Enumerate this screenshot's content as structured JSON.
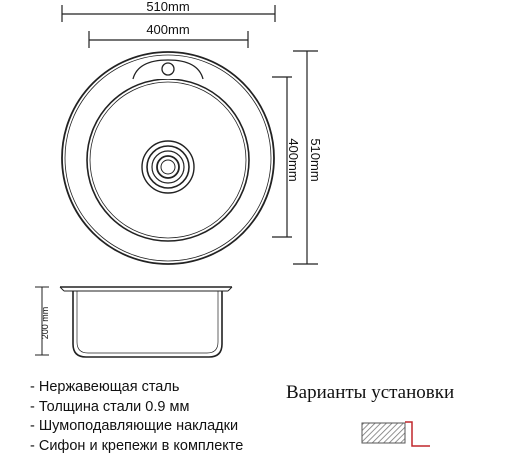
{
  "dimensions": {
    "outer_width": "510mm",
    "inner_width": "400mm",
    "inner_height": "400mm",
    "outer_height": "510mm",
    "depth": "200 mm"
  },
  "features": [
    "- Нержавеющая сталь",
    "- Толщина стали 0.9 мм",
    "- Шумоподавляющие накладки",
    "- Сифон и крепежи в комплекте"
  ],
  "install": {
    "title": "Варианты установки"
  },
  "colors": {
    "line": "#222222",
    "hatch": "#777777",
    "accent_red": "#c0262b"
  }
}
